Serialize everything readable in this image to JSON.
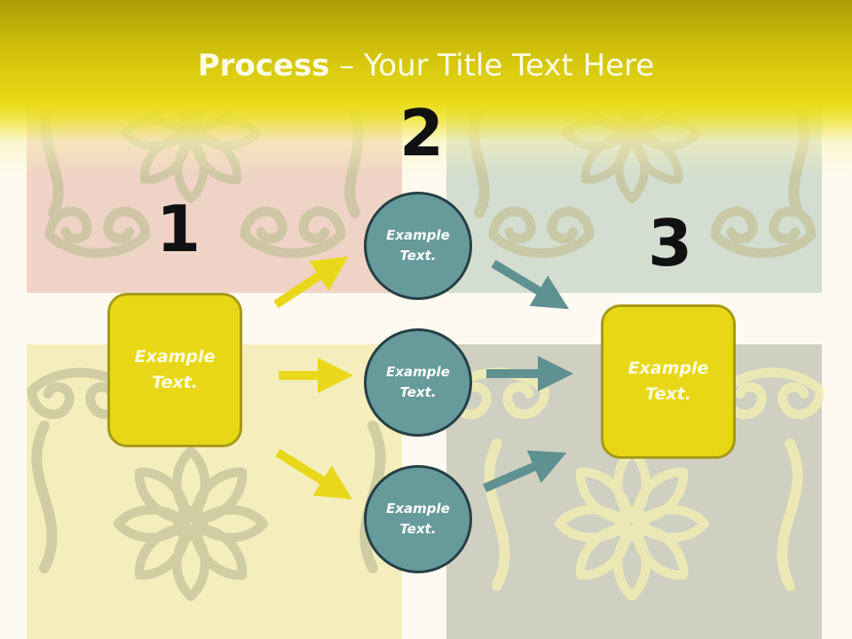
{
  "slide": {
    "title_bold": "Process",
    "title_rest": " – Your Title Text Here"
  },
  "steps": {
    "step_1": "1",
    "step_2": "2",
    "step_3": "3"
  },
  "left_box": {
    "text": "Example\nText."
  },
  "right_box": {
    "text": "Example\nText."
  },
  "circles": [
    {
      "text": "Example\nText."
    },
    {
      "text": "Example\nText."
    },
    {
      "text": "Example\nText."
    }
  ],
  "colors": {
    "header_yellow": "#e9db16",
    "box_yellow": "#e7d716",
    "circle_teal": "#679a9a",
    "arrow_yellow": "#e8d81a",
    "arrow_teal": "#5f9190",
    "ornament": "#c9c9a0"
  }
}
